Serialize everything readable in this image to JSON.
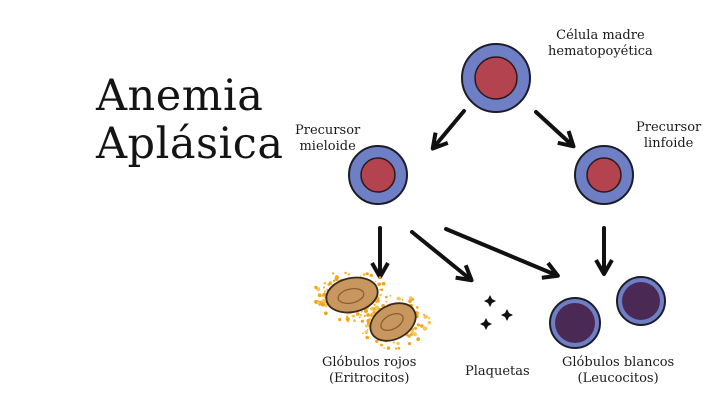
{
  "title": {
    "line1": "Anemia",
    "line2": "Aplásica"
  },
  "nodes": {
    "stem": {
      "line1": "Célula madre",
      "line2": "hematopoyética"
    },
    "myeloid": {
      "line1": "Precursor",
      "line2": "mieloide"
    },
    "lymphoid": {
      "line1": "Precursor",
      "line2": "linfoide"
    },
    "rbc": {
      "line1": "Glóbulos rojos",
      "line2": "(Eritrocitos)"
    },
    "platelets": {
      "line1": "Plaquetas"
    },
    "wbc": {
      "line1": "Glóbulos blancos",
      "line2": "(Leucocitos)"
    }
  },
  "colors": {
    "cell_outer": "#6e7fc6",
    "cell_inner": "#b3434e",
    "rbc_fill": "#c89760",
    "rbc_speckle": "#f2a51c",
    "wbc_fill": "#4a2a55",
    "arrow": "#111111"
  }
}
